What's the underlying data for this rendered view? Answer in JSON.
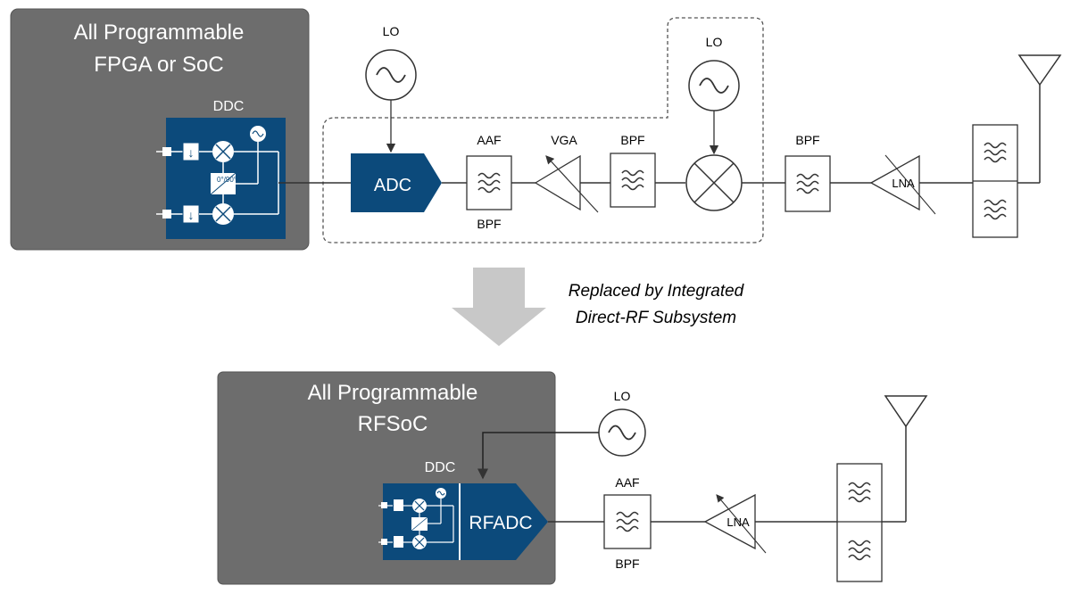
{
  "top": {
    "device_title_line1": "All Programmable",
    "device_title_line2": "FPGA or SoC",
    "ddc_label": "DDC",
    "ddc_phase_label": "0°/90°",
    "lo1_label": "LO",
    "lo2_label": "LO",
    "adc_label": "ADC",
    "aaf_label": "AAF",
    "aaf_bottom_label": "BPF",
    "vga_label": "VGA",
    "bpf1_label": "BPF",
    "bpf2_label": "BPF",
    "lna_label": "LNA"
  },
  "transition": {
    "line1": "Replaced by Integrated",
    "line2": "Direct-RF Subsystem"
  },
  "bottom": {
    "device_title_line1": "All Programmable",
    "device_title_line2": "RFSoC",
    "ddc_label": "DDC",
    "lo_label": "LO",
    "rfadc_label": "RFADC",
    "aaf_label": "AAF",
    "aaf_bottom_label": "BPF",
    "lna_label": "LNA"
  },
  "colors": {
    "device_gray": "#6d6d6d",
    "block_blue": "#0c4a7b",
    "arrow_gray": "#c8c8c8",
    "line": "#333333"
  }
}
